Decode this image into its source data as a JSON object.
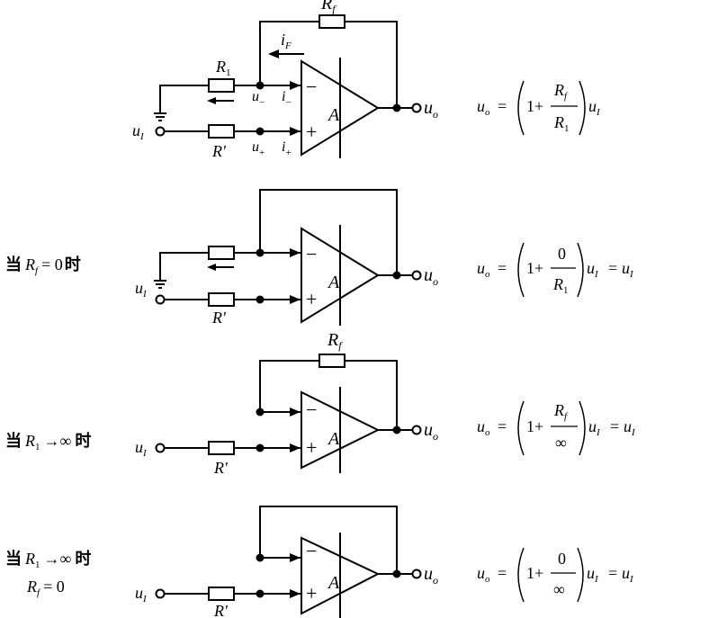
{
  "colors": {
    "ink": "#000000",
    "background": "#ffffff"
  },
  "circuit1": {
    "rf": "R",
    "rf_sub": "f",
    "r1": "R",
    "r1_sub": "1",
    "if": "i",
    "if_sub": "F",
    "um": "u",
    "um_sub": "−",
    "im": "i",
    "im_sub": "−",
    "ui": "u",
    "ui_sub": "I",
    "rp": "R'",
    "up": "u",
    "up_sub": "+",
    "ip": "i",
    "ip_sub": "+",
    "minus": "−",
    "plus": "+",
    "amp": "A",
    "uo": "u",
    "uo_sub": "o"
  },
  "eq1": {
    "lhs": "u",
    "lhs_sub": "o",
    "one_plus": "1+",
    "num": "R",
    "num_sub": "f",
    "den": "R",
    "den_sub": "1",
    "tail": "u",
    "tail_sub": "I"
  },
  "circuit2": {
    "cond_pre": "当",
    "cond_var": "R",
    "cond_sub": "f",
    "cond_rel": "= 0",
    "cond_post": "时",
    "ui": "u",
    "ui_sub": "I",
    "rp": "R'",
    "minus": "−",
    "plus": "+",
    "amp": "A",
    "uo": "u",
    "uo_sub": "o"
  },
  "eq2": {
    "lhs": "u",
    "lhs_sub": "o",
    "one_plus": "1+",
    "num": "0",
    "den": "R",
    "den_sub": "1",
    "tail": "u",
    "tail_sub": "I",
    "eq": "=",
    "rhs": "u",
    "rhs_sub": "I"
  },
  "circuit3": {
    "rf": "R",
    "rf_sub": "f",
    "cond_pre": "当",
    "cond_var": "R",
    "cond_sub": "1",
    "cond_rel": "→∞",
    "cond_post": "时",
    "ui": "u",
    "ui_sub": "I",
    "rp": "R'",
    "minus": "−",
    "plus": "+",
    "amp": "A",
    "uo": "u",
    "uo_sub": "o"
  },
  "eq3": {
    "lhs": "u",
    "lhs_sub": "o",
    "one_plus": "1+",
    "num": "R",
    "num_sub": "f",
    "den": "∞",
    "tail": "u",
    "tail_sub": "I",
    "eq": "=",
    "rhs": "u",
    "rhs_sub": "I"
  },
  "circuit4": {
    "cond_pre": "当",
    "cond_var": "R",
    "cond_sub": "1",
    "cond_rel": "→∞",
    "cond_post": "时",
    "cond2_var": "R",
    "cond2_sub": "f",
    "cond2_rel": "= 0",
    "ui": "u",
    "ui_sub": "I",
    "rp": "R'",
    "minus": "−",
    "plus": "+",
    "amp": "A",
    "uo": "u",
    "uo_sub": "o"
  },
  "eq4": {
    "lhs": "u",
    "lhs_sub": "o",
    "one_plus": "1+",
    "num": "0",
    "den": "∞",
    "tail": "u",
    "tail_sub": "I",
    "eq": "=",
    "rhs": "u",
    "rhs_sub": "I"
  }
}
